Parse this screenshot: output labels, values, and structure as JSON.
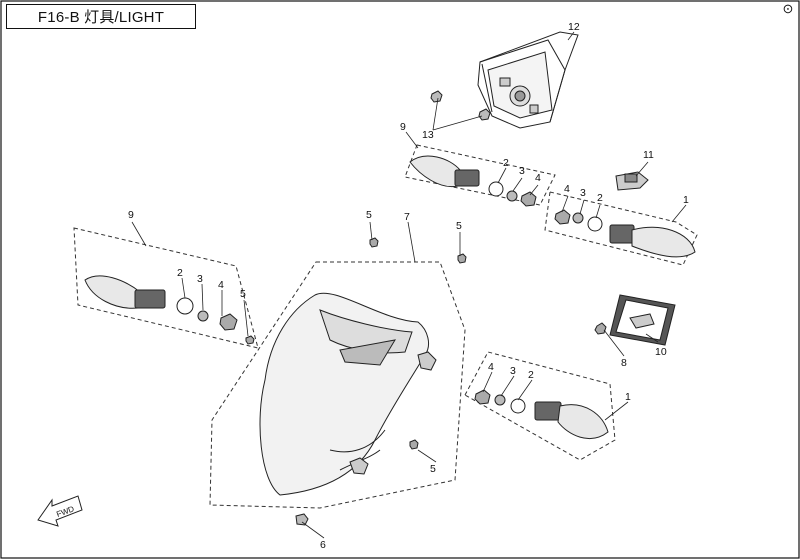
{
  "title": "F16-B 灯具/LIGHT",
  "corner_mark": "⊙",
  "fwd_label": "FWD",
  "callouts": [
    "12",
    "13",
    "9",
    "2",
    "3",
    "4",
    "11",
    "4",
    "3",
    "2",
    "1",
    "9",
    "5",
    "7",
    "5",
    "2",
    "3",
    "4",
    "5",
    "10",
    "8",
    "4",
    "3",
    "2",
    "1",
    "5",
    "6"
  ]
}
